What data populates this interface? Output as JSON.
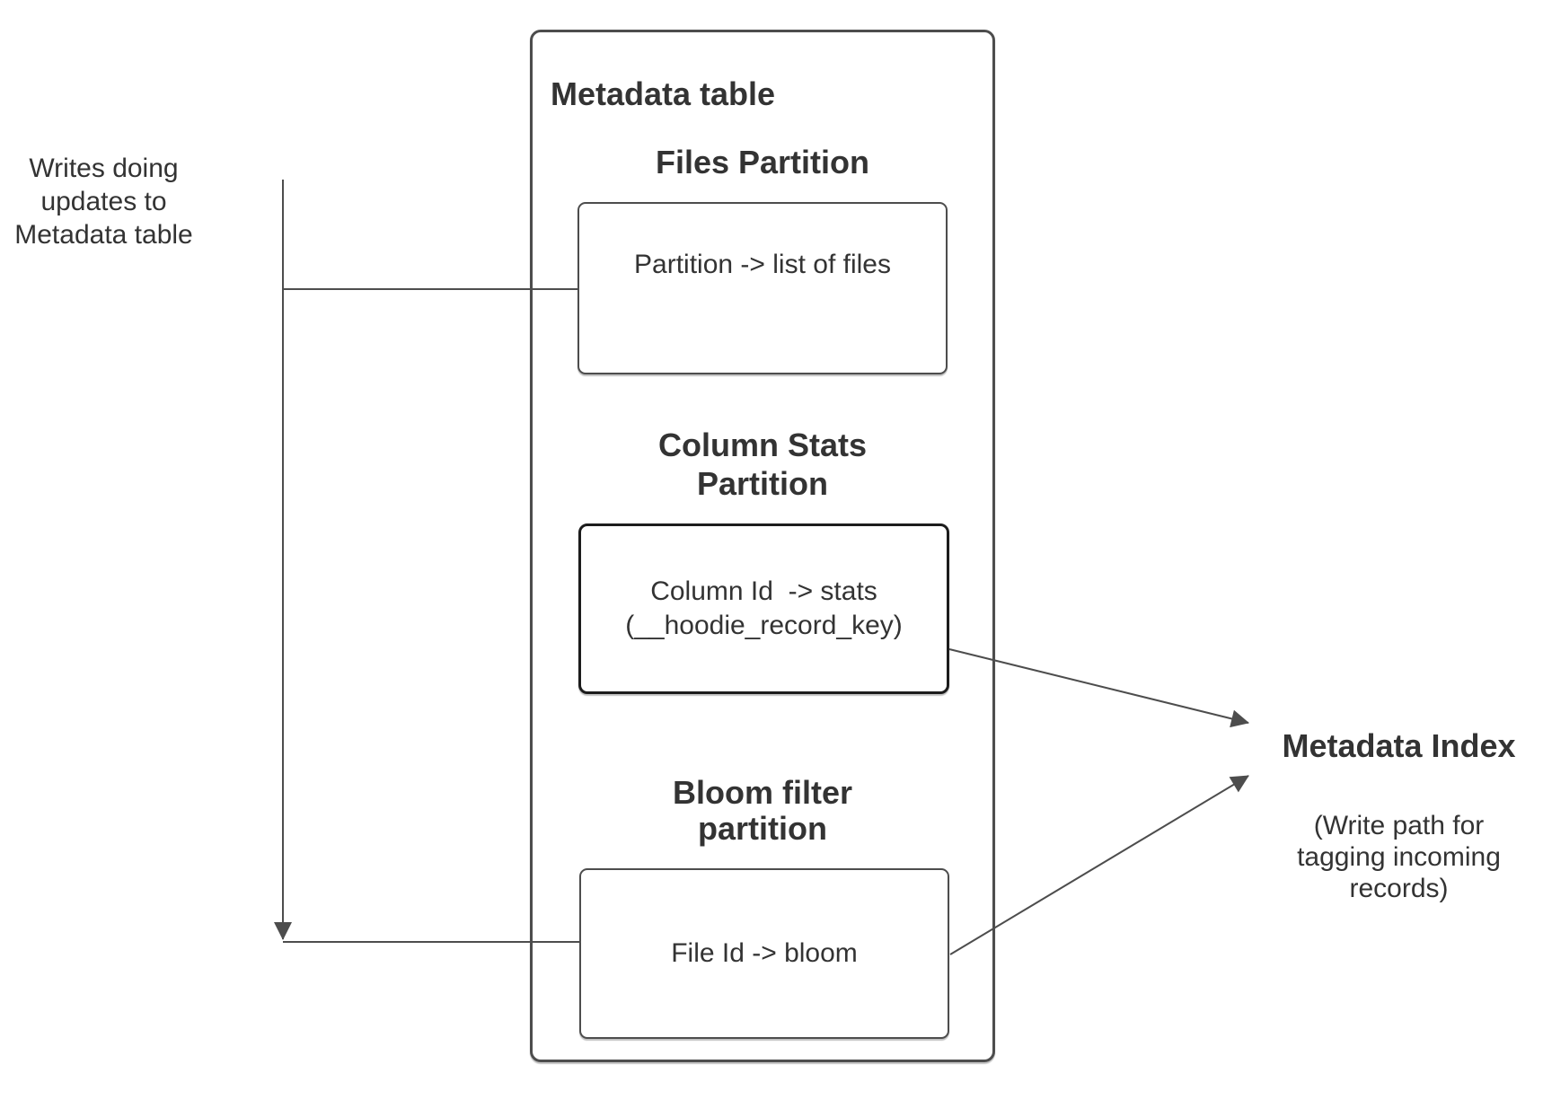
{
  "left_note": {
    "text": "Writes doing\nupdates to\nMetadata table"
  },
  "metadata_table": {
    "title": "Metadata table",
    "sections": [
      {
        "heading": "Files Partition",
        "box_text": "Partition -> list of files"
      },
      {
        "heading": "Column Stats\nPartition",
        "box_text": "Column Id  -> stats\n(__hoodie_record_key)"
      },
      {
        "heading": "Bloom filter\npartition",
        "box_text": "File Id -> bloom"
      }
    ]
  },
  "metadata_index": {
    "title": "Metadata Index",
    "subtitle": "(Write path for\ntagging incoming\nrecords)"
  },
  "colors": {
    "line": "#4d4d4d",
    "box_border": "#4d4d4d",
    "emphasis_border": "#1c1c1c",
    "text": "#333333",
    "background": "#ffffff"
  }
}
